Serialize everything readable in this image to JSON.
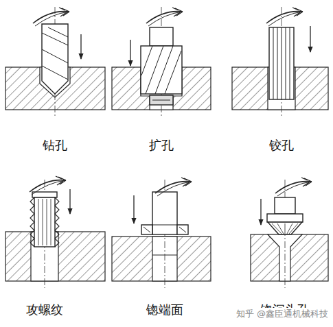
{
  "diagram": {
    "labels": [
      "钻孔",
      "扩孔",
      "铰孔",
      "攻螺纹",
      "锪端面",
      "锪沉头孔",
      "知乎 @鑫臣通机械科技"
    ]
  }
}
